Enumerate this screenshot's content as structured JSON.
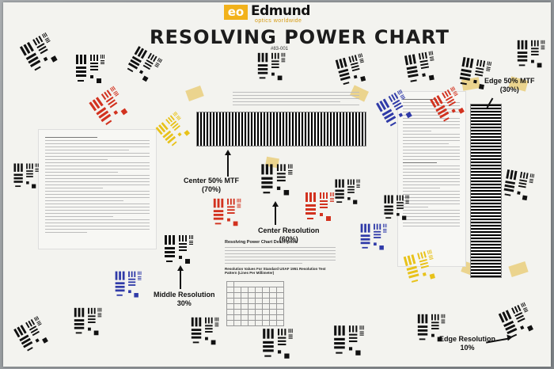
{
  "poster": {
    "logo_mark": "eo",
    "brand": "Edmund",
    "brand_sub": "optics worldwide",
    "title": "RESOLVING POWER CHART",
    "part_number": "#83-001",
    "section_heading": "Resolving Power Chart Description",
    "table_title": "Resolution Values For Standard USAF 1951 Resolution Test Pattern (Lines Per Millimeter)"
  },
  "annotations": {
    "center_mtf": [
      "Center 50% MTF",
      "(70%)"
    ],
    "center_resolution": [
      "Center Resolution",
      "(60%)"
    ],
    "middle_resolution": [
      "Middle Resolution",
      "30%"
    ],
    "edge_mtf": [
      "Edge 50% MTF",
      "(30%)"
    ],
    "edge_resolution": [
      "Edge Resolution",
      "10%"
    ]
  },
  "colors": {
    "black": "#111111",
    "red": "#d2321f",
    "yellow": "#e8c21a",
    "blue": "#2f3aa8",
    "tape": "#e8ca6e"
  }
}
